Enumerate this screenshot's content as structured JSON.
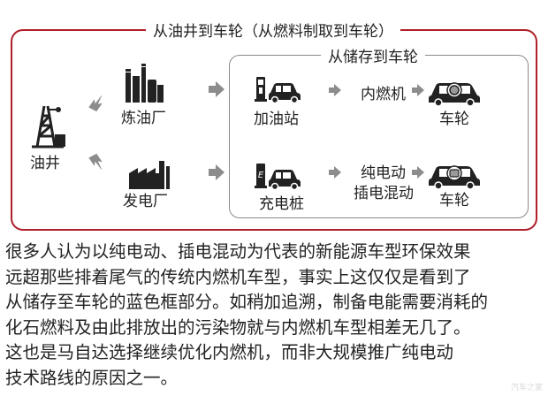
{
  "diagram": {
    "outer_title": "从油井到车轮（从燃料制取到车轮）",
    "inner_title": "从储存到车轮",
    "nodes": {
      "oil_well": "油井",
      "refinery": "炼油厂",
      "power_plant": "发电厂",
      "gas_station": "加油站",
      "charging_pile": "充电桩",
      "ice": "内燃机",
      "ev": "纯电动",
      "phev": "插电混动",
      "wheel_top": "车轮",
      "wheel_bottom": "车轮"
    },
    "colors": {
      "outer_border": "#b01e2a",
      "inner_border": "#8a8a8a",
      "arrow": "#8c8c8c",
      "icon": "#222222"
    },
    "icons": [
      "oil-derrick-icon",
      "refinery-icon",
      "factory-icon",
      "fuel-pump-icon",
      "charger-icon",
      "car-icon",
      "engine-car-icon",
      "motor-car-icon"
    ]
  },
  "paragraph": {
    "lines": [
      "很多人认为以纯电动、插电混动为代表的新能源车型环保效果",
      "远超那些排着尾气的传统内燃机车型，事实上这仅仅是看到了",
      "从储存至车轮的蓝色框部分。如稍加追溯，制备电能需要消耗的",
      "化石燃料及由此排放出的污染物就与内燃机车型相差无几了。",
      "这也是马自达选择继续优化内燃机，而非大规模推广纯电动",
      "技术路线的原因之一。"
    ]
  },
  "watermark": "汽车之家"
}
